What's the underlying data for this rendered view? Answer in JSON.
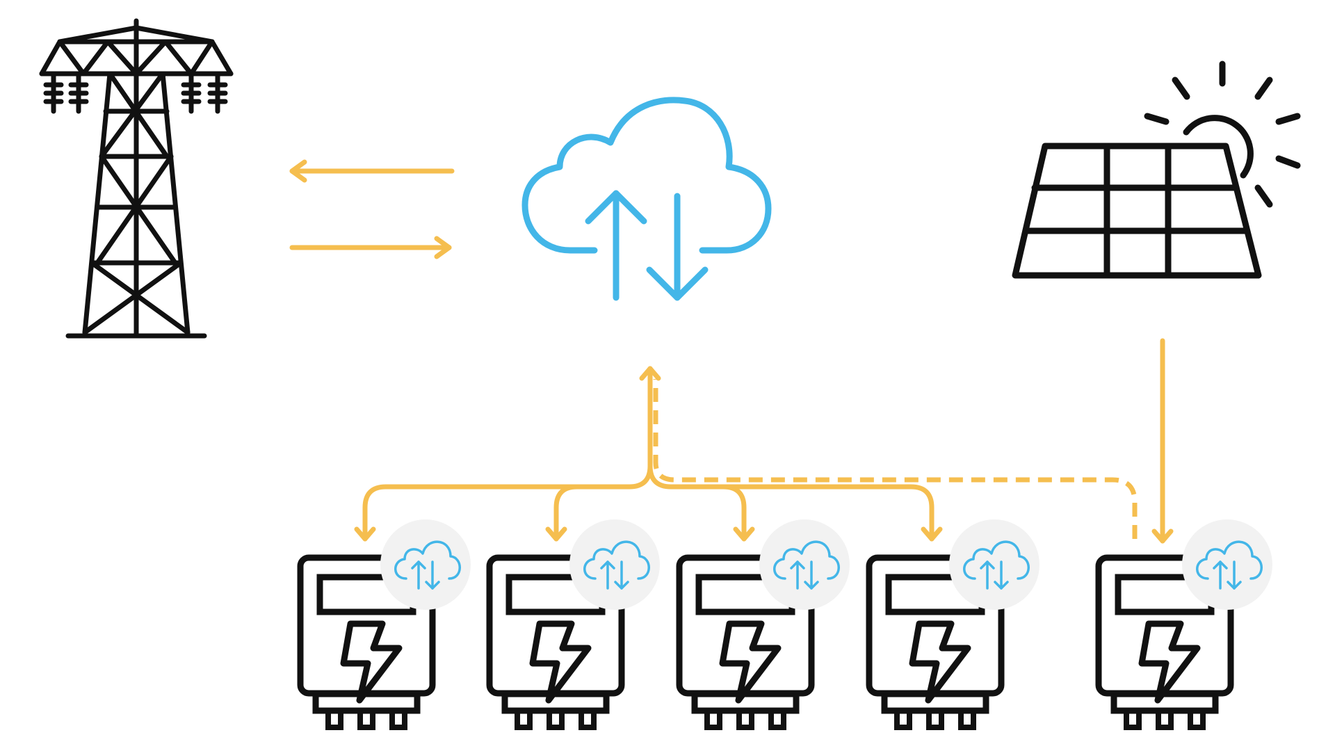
{
  "diagram": {
    "nodes": [
      {
        "id": "grid",
        "icon": "transmission-tower-icon"
      },
      {
        "id": "cloud",
        "icon": "cloud-sync-icon"
      },
      {
        "id": "solar",
        "icon": "solar-panel-icon"
      },
      {
        "id": "meter-1",
        "icon": "smart-meter-icon",
        "badge": "cloud-sync-badge-icon"
      },
      {
        "id": "meter-2",
        "icon": "smart-meter-icon",
        "badge": "cloud-sync-badge-icon"
      },
      {
        "id": "meter-3",
        "icon": "smart-meter-icon",
        "badge": "cloud-sync-badge-icon"
      },
      {
        "id": "meter-4",
        "icon": "smart-meter-icon",
        "badge": "cloud-sync-badge-icon"
      },
      {
        "id": "meter-5",
        "icon": "smart-meter-icon",
        "badge": "cloud-sync-badge-icon"
      }
    ],
    "edges": [
      {
        "from": "cloud",
        "to": "grid",
        "style": "solid"
      },
      {
        "from": "grid",
        "to": "cloud",
        "style": "solid"
      },
      {
        "from": "cloud",
        "to": "meter-1",
        "style": "solid"
      },
      {
        "from": "cloud",
        "to": "meter-2",
        "style": "solid"
      },
      {
        "from": "cloud",
        "to": "meter-3",
        "style": "solid"
      },
      {
        "from": "cloud",
        "to": "meter-4",
        "style": "solid"
      },
      {
        "from": "meter-5",
        "to": "cloud",
        "style": "dashed"
      },
      {
        "from": "solar",
        "to": "meter-5",
        "style": "solid"
      }
    ]
  },
  "colors": {
    "flow": "#F5BE4F",
    "cloud": "#43B6E8",
    "icon": "#111111",
    "badge": "#F2F2F2"
  }
}
